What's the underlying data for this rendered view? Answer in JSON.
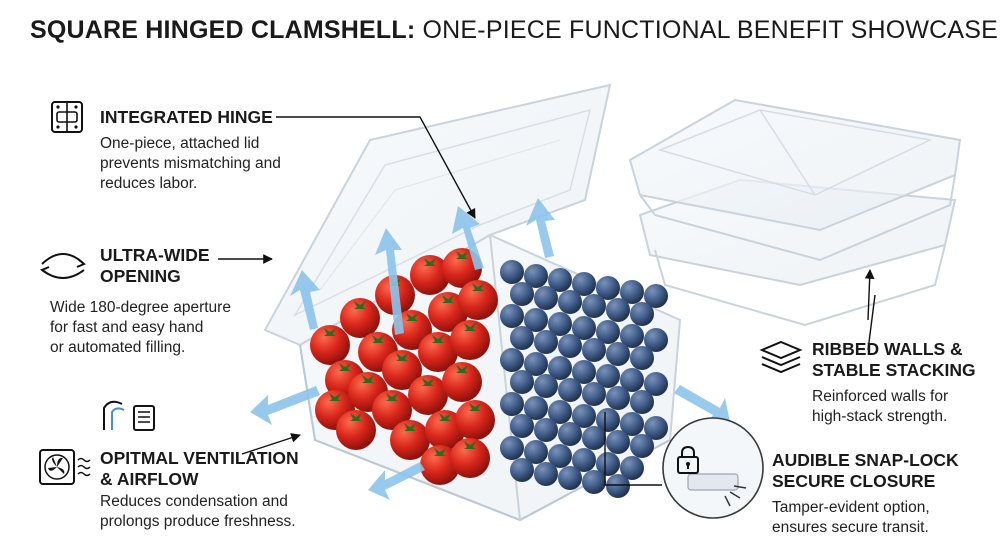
{
  "title": {
    "bold": "SQUARE HINGED CLAMSHELL:",
    "light": "ONE-PIECE FUNCTIONAL BENEFIT SHOWCASE"
  },
  "features": {
    "hinge": {
      "title": "INTEGRATED HINGE",
      "body": [
        "One-piece, attached lid",
        "prevents mismatching and",
        "reduces labor."
      ],
      "icon": "hinge-icon"
    },
    "opening": {
      "title": [
        "ULTRA-WIDE",
        "OPENING"
      ],
      "body": [
        "Wide 180-degree aperture",
        "for fast and easy hand",
        "or automated filling."
      ],
      "icon": "wide-opening-arrow-icon"
    },
    "ventilation": {
      "title": [
        "OPITMAL VENTILATION",
        "& AIRFLOW"
      ],
      "body": [
        "Reduces condensation and",
        "prolongs produce freshness."
      ],
      "icon": "fan-airflow-icon"
    },
    "stacking": {
      "title": [
        "RIBBED WALLS &",
        "STABLE STACKING"
      ],
      "body": [
        "Reinforced walls for",
        "high-stack strength."
      ],
      "icon": "stacked-layers-icon"
    },
    "snaplock": {
      "title": [
        "AUDIBLE SNAP-LOCK",
        "SECURE CLOSURE"
      ],
      "body": [
        "Tamper-evident option,",
        "ensures secure transit."
      ],
      "icon": "padlock-icon"
    }
  },
  "colors": {
    "airflow_arrow": "#8cc4ea",
    "tomato": "#d8261b",
    "blueberry": "#3e5a86",
    "plastic_edge": "#c9d3db",
    "text": "#1a1a1a"
  }
}
